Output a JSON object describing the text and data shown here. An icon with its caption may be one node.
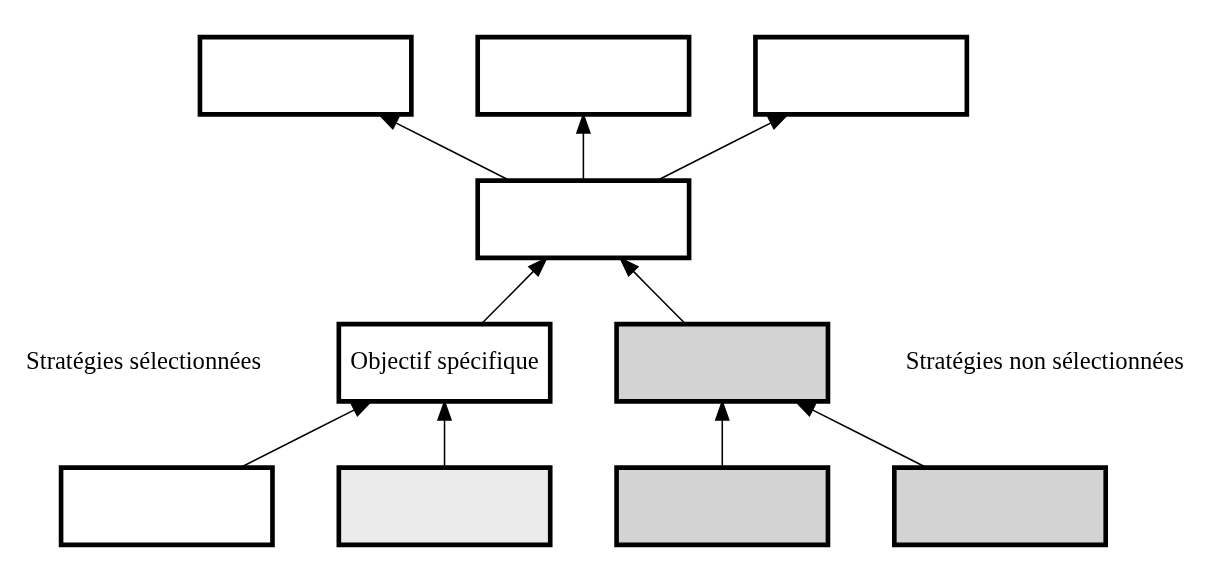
{
  "diagram": {
    "nodes": [
      {
        "text": [],
        "shape": "box"
      },
      {
        "text": [],
        "shape": "box"
      },
      {
        "text": [],
        "shape": "box"
      },
      {
        "text": [],
        "shape": "box"
      },
      {
        "text": [
          "Objectif spécifique"
        ],
        "beside": [
          "Stratégies sélectionnées"
        ]
      },
      {
        "text": [],
        "shape": "box",
        "beside": [
          "Stratégies non sélectionnées"
        ]
      },
      {
        "text": [],
        "shape": "box"
      },
      {
        "text": [],
        "shape": "box"
      },
      {
        "text": [],
        "shape": "box"
      },
      {
        "text": [],
        "shape": "box"
      }
    ],
    "edges": [
      {
        "from": 3,
        "to": 0,
        "arrow": "to"
      },
      {
        "from": 3,
        "to": 1,
        "arrow": "to"
      },
      {
        "from": 3,
        "to": 2,
        "arrow": "to"
      },
      {
        "from": 4,
        "to": 3,
        "arrow": "to"
      },
      {
        "from": 5,
        "to": 3,
        "arrow": "to"
      },
      {
        "from": 6,
        "to": 4,
        "arrow": "to"
      },
      {
        "from": 7,
        "to": 4,
        "arrow": "to"
      },
      {
        "from": 8,
        "to": 5,
        "arrow": "to"
      },
      {
        "from": 9,
        "to": 5,
        "arrow": "to"
      }
    ]
  }
}
